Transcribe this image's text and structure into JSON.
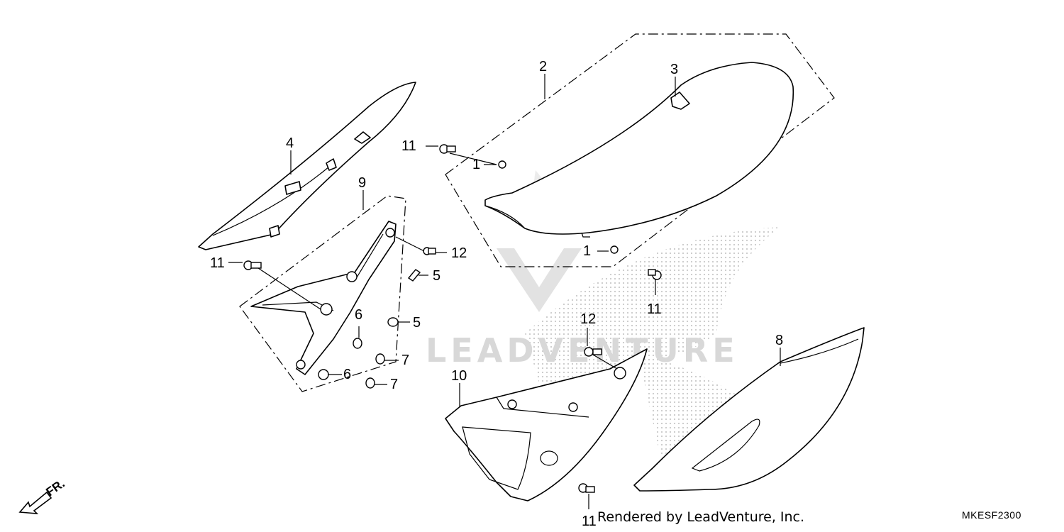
{
  "callouts": {
    "c2": "2",
    "c3": "3",
    "c4": "4",
    "c9": "9",
    "c10": "10",
    "c8": "8",
    "c11_seat": "11",
    "c1_upper": "1",
    "c1_lower": "1",
    "c11_under_seat": "11",
    "c12_frame": "12",
    "c5_upper": "5",
    "c5_lower": "5",
    "c6_upper": "6",
    "c6_lower": "6",
    "c7_upper": "7",
    "c7_lower": "7",
    "c11_left": "11",
    "c12_cover": "12",
    "c11_bottom": "11"
  },
  "direction_label": "FR.",
  "credit": "Rendered by LeadVenture, Inc.",
  "diagram_code": "MKESF2300",
  "watermark_text": "LEADVENTURE"
}
